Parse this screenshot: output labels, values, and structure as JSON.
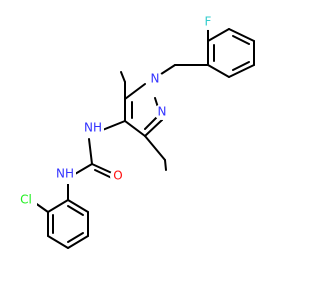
{
  "molecule": {
    "atoms": {
      "F": {
        "text": "F",
        "color": "#33CCCC"
      },
      "N1": {
        "text": "N",
        "color": "#3333FF"
      },
      "N2": {
        "text": "N",
        "color": "#3333FF"
      },
      "NH_top": {
        "text": "NH",
        "color": "#3333FF"
      },
      "NH_bottom": {
        "text": "NH",
        "color": "#3333FF"
      },
      "O": {
        "text": "O",
        "color": "#FF0D0D"
      },
      "Cl": {
        "text": "Cl",
        "color": "#1FF01F"
      }
    }
  }
}
